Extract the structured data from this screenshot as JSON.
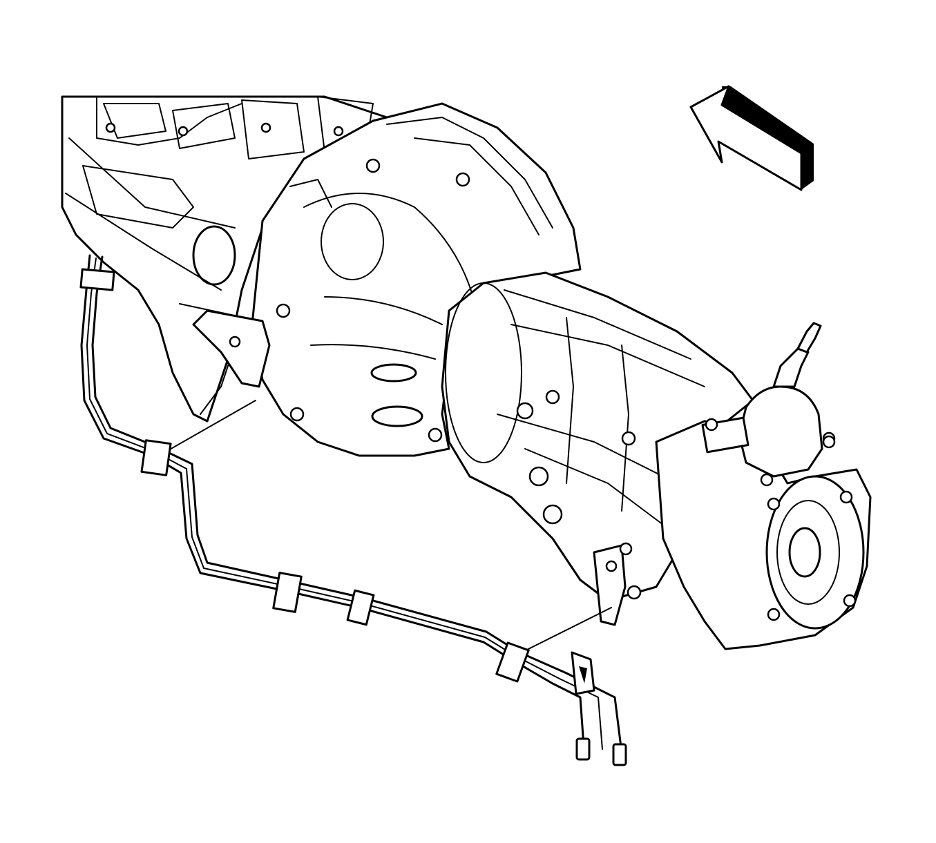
{
  "figure": {
    "components": [
      {
        "name": "transmission-assembly"
      },
      {
        "name": "shift-lever"
      },
      {
        "name": "output-flange"
      },
      {
        "name": "cooler-lines"
      },
      {
        "name": "line-retainer-clips"
      },
      {
        "name": "mounting-brackets"
      }
    ],
    "orientation": {
      "icon": "front-direction-arrow-icon"
    },
    "colors": {
      "line": "#000000",
      "background": "#ffffff"
    }
  }
}
